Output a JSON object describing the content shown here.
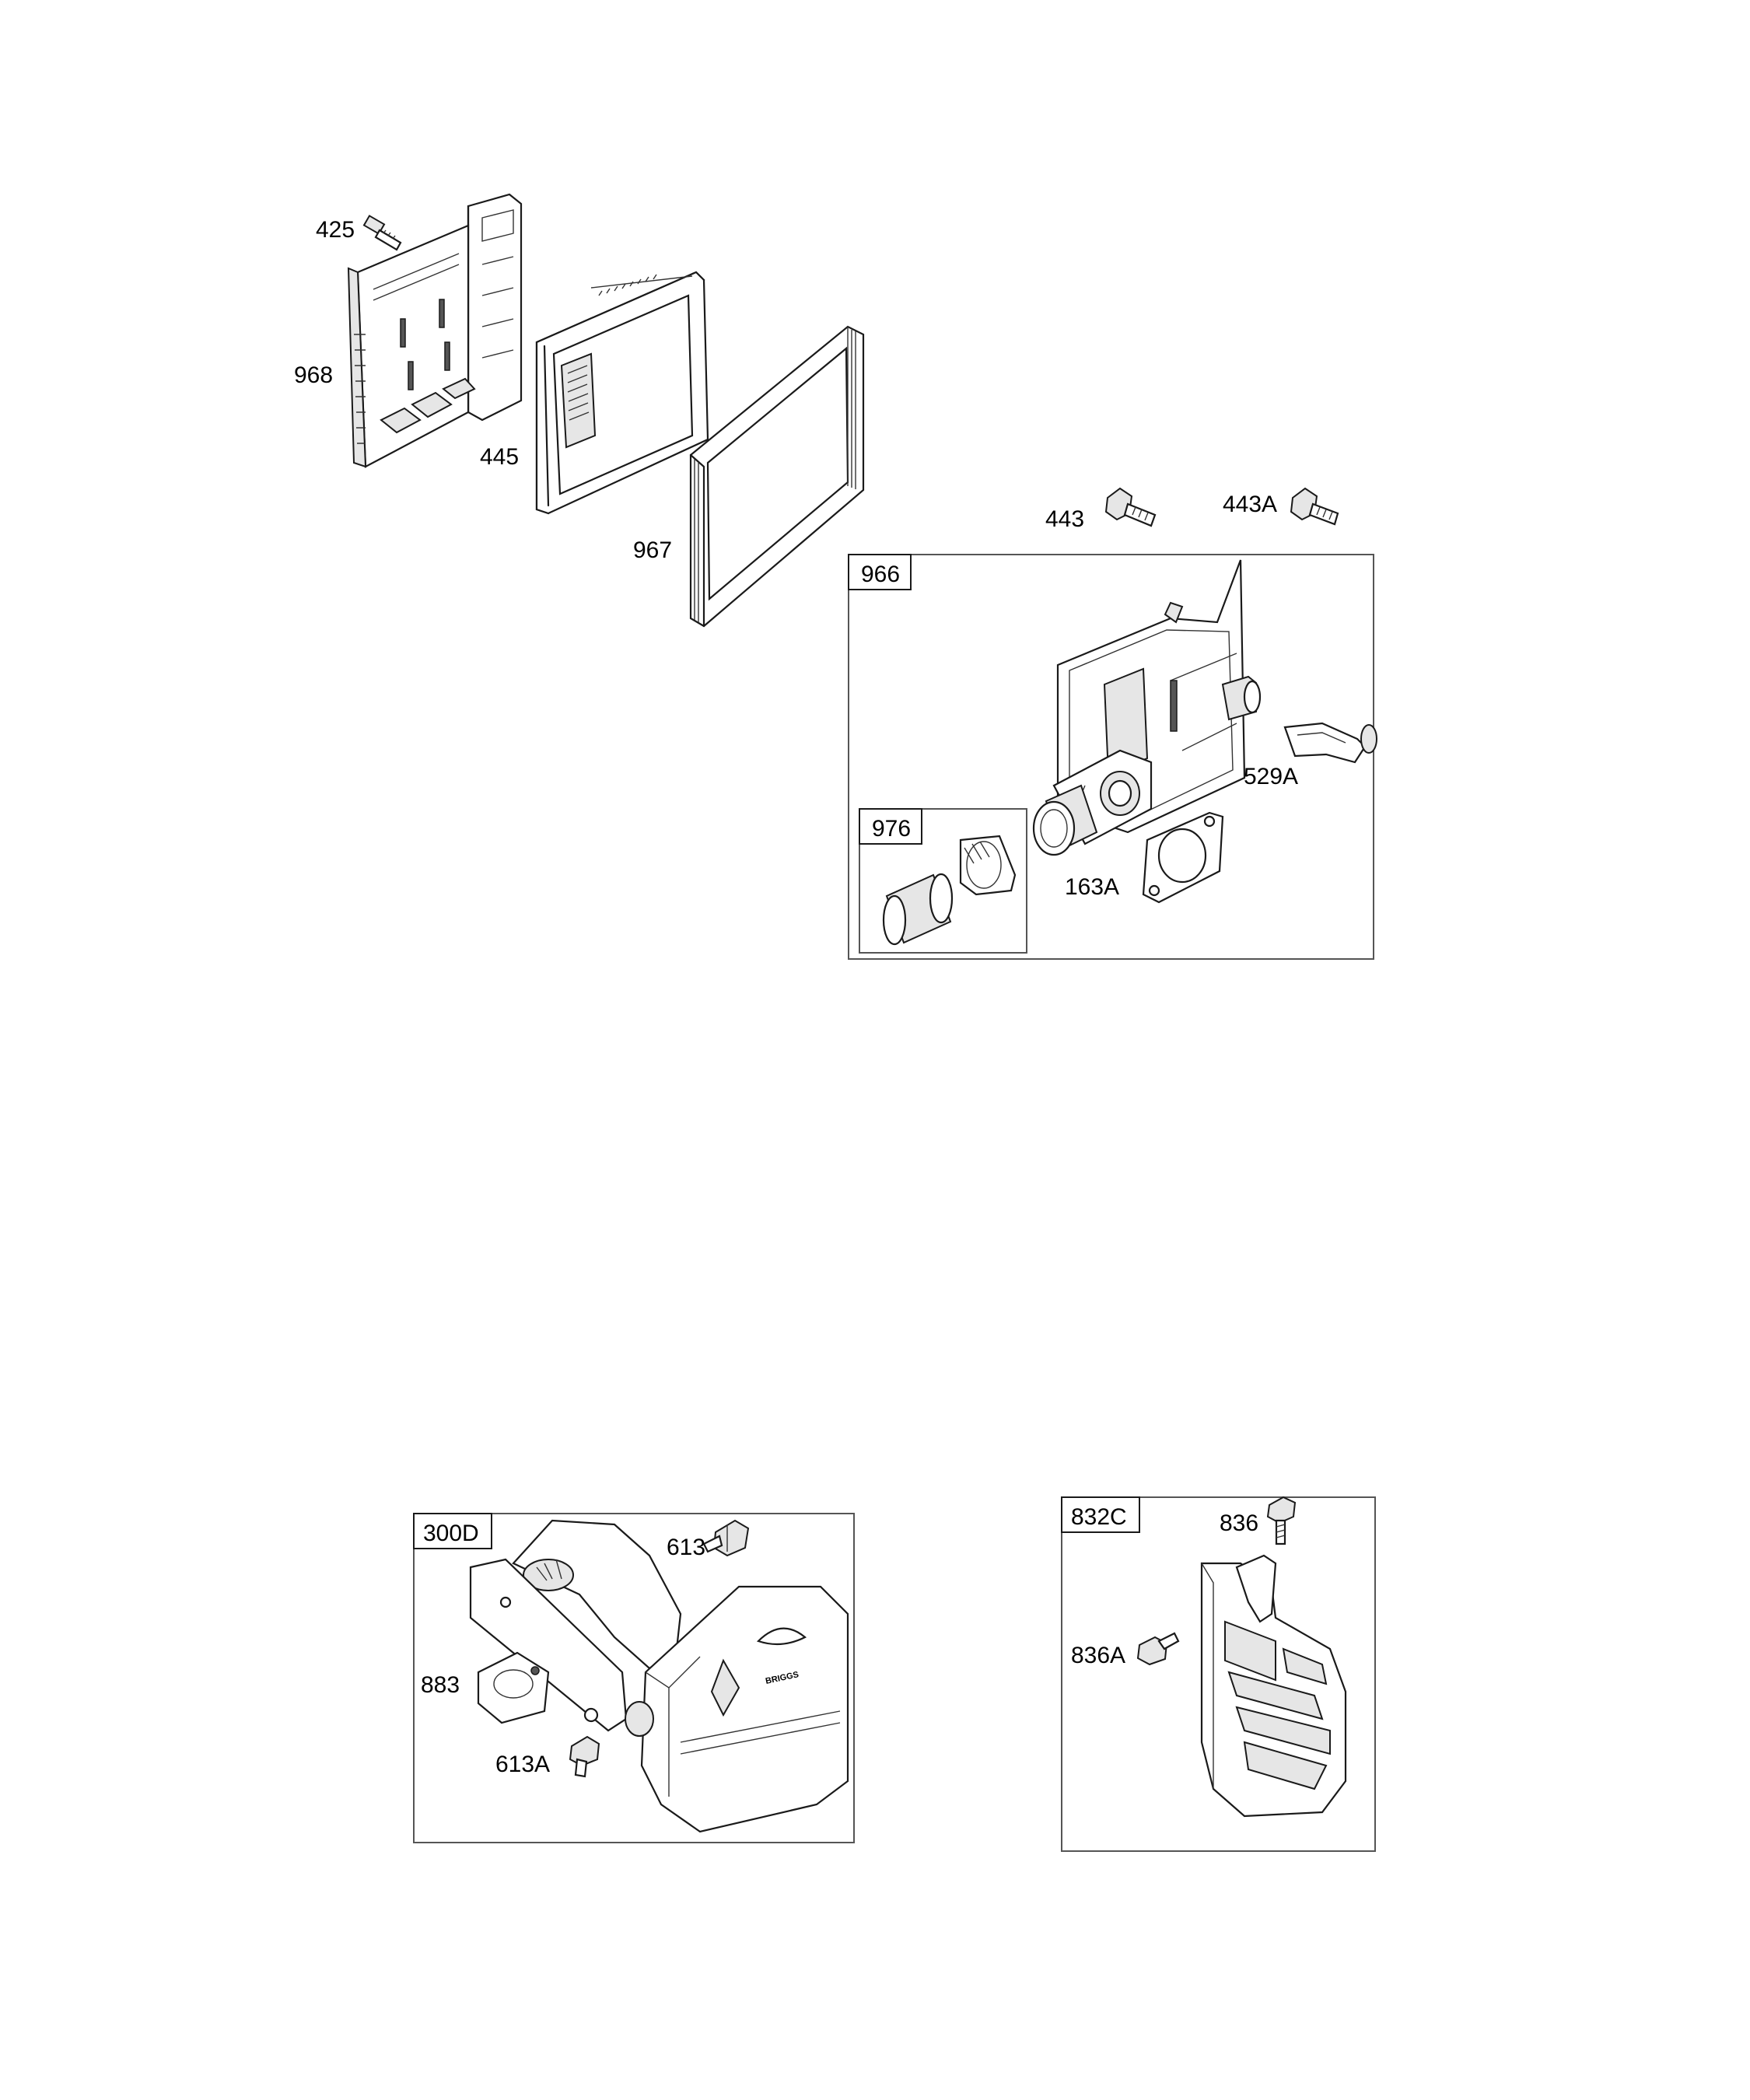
{
  "diagram": {
    "labels": {
      "p425": "425",
      "p968": "968",
      "p445": "445",
      "p967": "967",
      "p443": "443",
      "p443a": "443A",
      "p966": "966",
      "p529a": "529A",
      "p976": "976",
      "p163a": "163A",
      "p300d": "300D",
      "p613": "613",
      "p883": "883",
      "p613a": "613A",
      "p832c": "832C",
      "p836": "836",
      "p836a": "836A"
    },
    "muffler_logo_text": "BRIGGS"
  }
}
